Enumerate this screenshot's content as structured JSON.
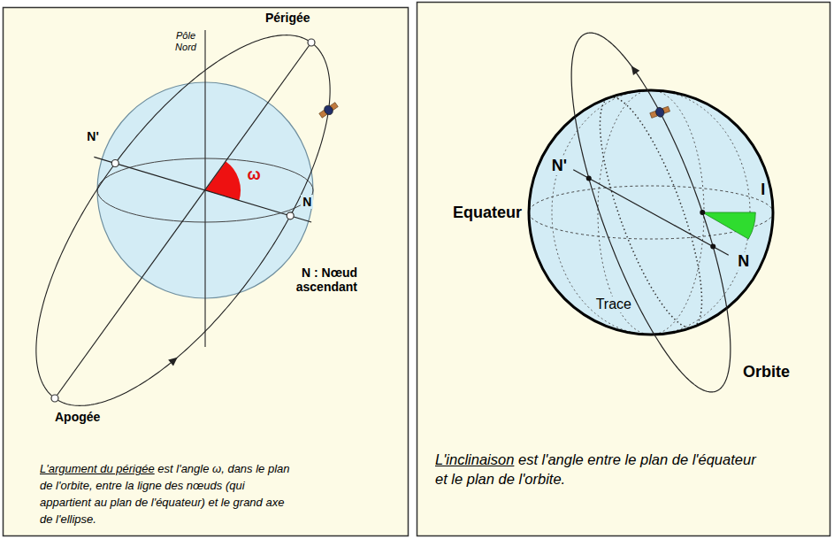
{
  "diagram": {
    "labels": [
      "Pôle Nord",
      "Périgée",
      "N'",
      "ω",
      "N",
      "N : Nœud ascendant",
      "Apogée",
      "L'argument du périgée",
      "est l'angle ω, dans le plan de l'orbite, entre la ligne des nœuds (qui appartient au plan de l'équateur) et le grand axe de l'ellipse.",
      "N'",
      "I",
      "Equateur",
      "N",
      "Trace",
      "Orbite",
      "L'inclinaison",
      "est l'angle entre le plan de l'équateur et le plan de l'orbite."
    ]
  }
}
